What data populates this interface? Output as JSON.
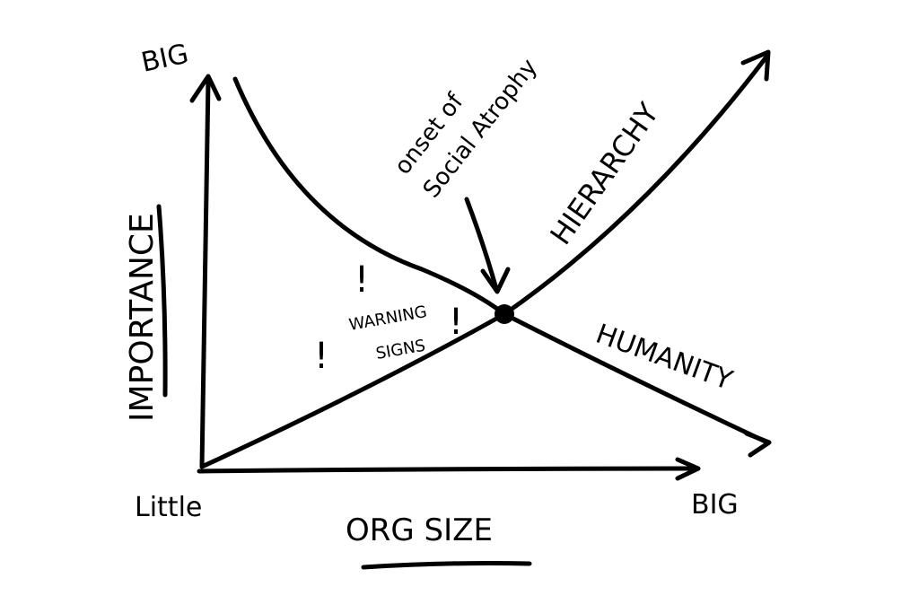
{
  "axes": {
    "y_label": "IMPORTANCE",
    "y_top": "BIG",
    "x_label": "ORG SIZE",
    "x_right": "BIG",
    "origin": "Little"
  },
  "curves": {
    "hierarchy": "HIERARCHY",
    "humanity": "HUMANITY"
  },
  "annotations": {
    "onset_line1": "onset of",
    "onset_line2": "Social Atrophy",
    "warning": "WARNING",
    "signs": "SIGNS",
    "exclaim": "!"
  },
  "colors": {
    "ink": "#000000",
    "background": "#ffffff"
  }
}
